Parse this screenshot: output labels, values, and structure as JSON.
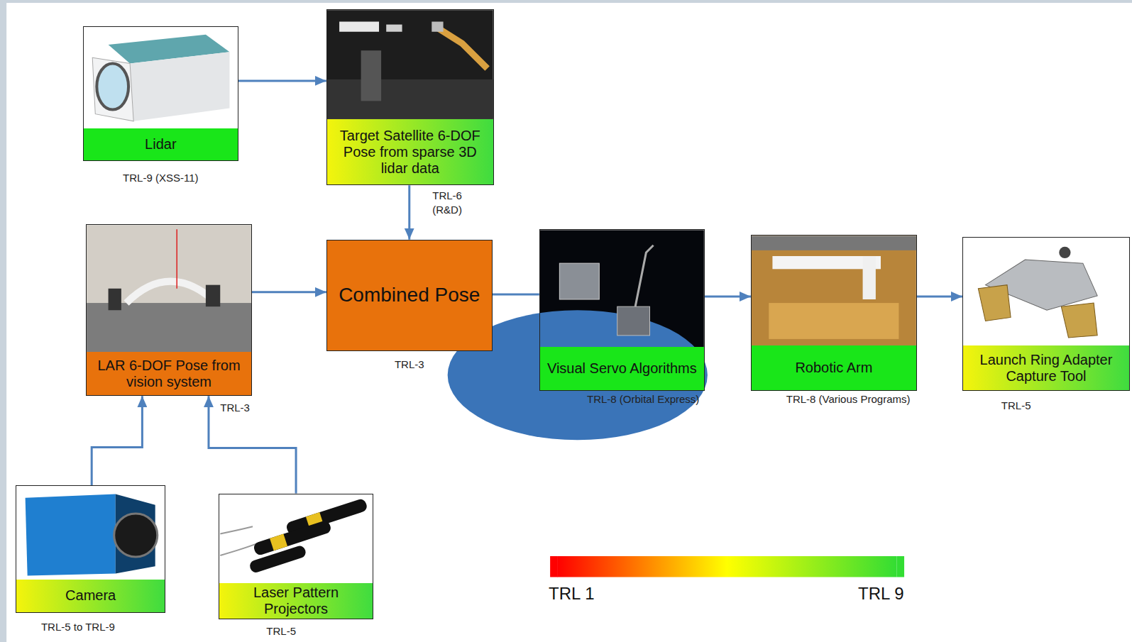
{
  "diagram": {
    "nodes": [
      {
        "text": [
          "Lidar",
          "TRL-9 (XSS-11)"
        ]
      },
      {
        "text": [
          "Target Satellite 6-DOF Pose from sparse 3D lidar data",
          "TRL-6 (R&D)"
        ]
      },
      {
        "text": [
          "LAR 6-DOF Pose from vision system",
          "TRL-3"
        ]
      },
      {
        "text": [
          "Combined Pose",
          "TRL-3"
        ]
      },
      {
        "text": [
          "Visual Servo Algorithms",
          "TRL-8 (Orbital Express)"
        ]
      },
      {
        "text": [
          "Robotic Arm",
          "TRL-8 (Various Programs)"
        ]
      },
      {
        "text": [
          "Launch Ring Adapter Capture Tool",
          "TRL-5"
        ]
      },
      {
        "text": [
          "Camera",
          "TRL-5 to TRL-9"
        ]
      },
      {
        "text": [
          "Laser Pattern Projectors",
          "TRL-5"
        ]
      }
    ],
    "edges": [
      {
        "from": 0,
        "to": 1,
        "arrow": "to"
      },
      {
        "from": 1,
        "to": 3,
        "arrow": "to"
      },
      {
        "from": 2,
        "to": 3,
        "arrow": "to"
      },
      {
        "from": 3,
        "to": 4,
        "arrow": "none"
      },
      {
        "from": 4,
        "to": 5,
        "arrow": "to"
      },
      {
        "from": 5,
        "to": 6,
        "arrow": "to"
      },
      {
        "from": 7,
        "to": 2,
        "arrow": "to"
      },
      {
        "from": 8,
        "to": 2,
        "arrow": "to"
      }
    ],
    "legend": [
      {
        "text": "TRL 1",
        "color": "#ff0000"
      },
      {
        "text": "TRL 9",
        "color": "#33dd33"
      }
    ]
  }
}
